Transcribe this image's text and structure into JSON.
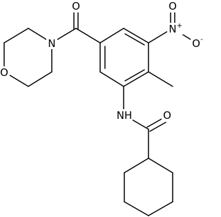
{
  "molecule": {
    "atoms": {
      "o_carbonyl_top": "O",
      "o_morpholine": "O",
      "n_morpholine": "N",
      "n_nitro": "N",
      "nitro_plus": "+",
      "o_nitro_top": "O",
      "o_nitro_right": "O",
      "nitro_minus": "-",
      "nh_amide": "NH",
      "o_amide": "O"
    },
    "colors": {
      "bond": "#000000",
      "label": "#000000",
      "background": "#ffffff"
    }
  }
}
